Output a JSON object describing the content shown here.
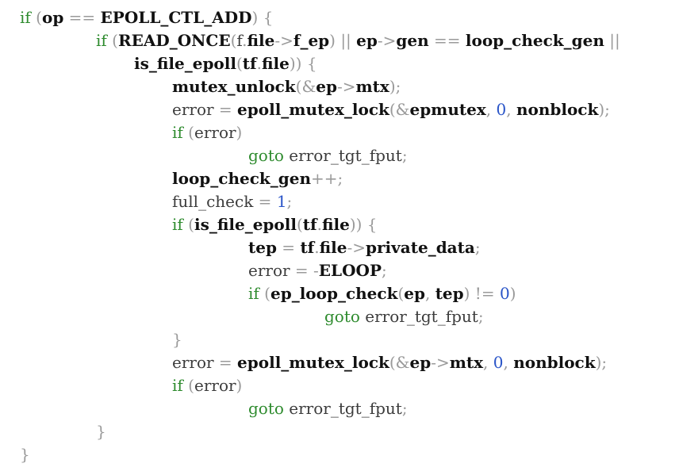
{
  "colors": {
    "background": "#ffffff",
    "keyword": "#2e8b2e",
    "identifier": "#111111",
    "plain": "#3c3c3c",
    "operator": "#9a9a9a",
    "number": "#2a55c8"
  },
  "code": {
    "lines": [
      {
        "indent": 0,
        "tokens": [
          {
            "t": "if",
            "c": "kw"
          },
          {
            "t": " ",
            "c": "plain"
          },
          {
            "t": "(",
            "c": "op"
          },
          {
            "t": "op",
            "c": "id"
          },
          {
            "t": " == ",
            "c": "op"
          },
          {
            "t": "EPOLL_CTL_ADD",
            "c": "id"
          },
          {
            "t": ") {",
            "c": "op"
          }
        ]
      },
      {
        "indent": 1,
        "tokens": [
          {
            "t": "if",
            "c": "kw"
          },
          {
            "t": " (",
            "c": "op"
          },
          {
            "t": "READ_ONCE",
            "c": "id"
          },
          {
            "t": "(",
            "c": "op"
          },
          {
            "t": "f",
            "c": "plain"
          },
          {
            "t": ".",
            "c": "op"
          },
          {
            "t": "file",
            "c": "id"
          },
          {
            "t": "->",
            "c": "op"
          },
          {
            "t": "f_ep",
            "c": "id"
          },
          {
            "t": ") || ",
            "c": "op"
          },
          {
            "t": "ep",
            "c": "id"
          },
          {
            "t": "->",
            "c": "op"
          },
          {
            "t": "gen",
            "c": "id"
          },
          {
            "t": " == ",
            "c": "op"
          },
          {
            "t": "loop_check_gen",
            "c": "id"
          },
          {
            "t": " ||",
            "c": "op"
          }
        ]
      },
      {
        "indent": 1.5,
        "tokens": [
          {
            "t": "is_file_epoll",
            "c": "id"
          },
          {
            "t": "(",
            "c": "op"
          },
          {
            "t": "tf",
            "c": "id"
          },
          {
            "t": ".",
            "c": "op"
          },
          {
            "t": "file",
            "c": "id"
          },
          {
            "t": ")) {",
            "c": "op"
          }
        ]
      },
      {
        "indent": 2,
        "tokens": [
          {
            "t": "mutex_unlock",
            "c": "id"
          },
          {
            "t": "(&",
            "c": "op"
          },
          {
            "t": "ep",
            "c": "id"
          },
          {
            "t": "->",
            "c": "op"
          },
          {
            "t": "mtx",
            "c": "id"
          },
          {
            "t": ");",
            "c": "op"
          }
        ]
      },
      {
        "indent": 2,
        "tokens": [
          {
            "t": "error",
            "c": "plain"
          },
          {
            "t": " = ",
            "c": "op"
          },
          {
            "t": "epoll_mutex_lock",
            "c": "id"
          },
          {
            "t": "(&",
            "c": "op"
          },
          {
            "t": "epmutex",
            "c": "id"
          },
          {
            "t": ", ",
            "c": "op"
          },
          {
            "t": "0",
            "c": "num"
          },
          {
            "t": ", ",
            "c": "op"
          },
          {
            "t": "nonblock",
            "c": "id"
          },
          {
            "t": ");",
            "c": "op"
          }
        ]
      },
      {
        "indent": 2,
        "tokens": [
          {
            "t": "if",
            "c": "kw"
          },
          {
            "t": " (",
            "c": "op"
          },
          {
            "t": "error",
            "c": "plain"
          },
          {
            "t": ")",
            "c": "op"
          }
        ]
      },
      {
        "indent": 3,
        "tokens": [
          {
            "t": "goto",
            "c": "kw"
          },
          {
            "t": " ",
            "c": "plain"
          },
          {
            "t": "error_tgt_fput",
            "c": "plain"
          },
          {
            "t": ";",
            "c": "op"
          }
        ]
      },
      {
        "indent": 2,
        "tokens": [
          {
            "t": "loop_check_gen",
            "c": "id"
          },
          {
            "t": "++;",
            "c": "op"
          }
        ]
      },
      {
        "indent": 2,
        "tokens": [
          {
            "t": "full_check",
            "c": "plain"
          },
          {
            "t": " = ",
            "c": "op"
          },
          {
            "t": "1",
            "c": "num"
          },
          {
            "t": ";",
            "c": "op"
          }
        ]
      },
      {
        "indent": 2,
        "tokens": [
          {
            "t": "if",
            "c": "kw"
          },
          {
            "t": " (",
            "c": "op"
          },
          {
            "t": "is_file_epoll",
            "c": "id"
          },
          {
            "t": "(",
            "c": "op"
          },
          {
            "t": "tf",
            "c": "id"
          },
          {
            "t": ".",
            "c": "op"
          },
          {
            "t": "file",
            "c": "id"
          },
          {
            "t": ")) {",
            "c": "op"
          }
        ]
      },
      {
        "indent": 3,
        "tokens": [
          {
            "t": "tep",
            "c": "id"
          },
          {
            "t": " = ",
            "c": "op"
          },
          {
            "t": "tf",
            "c": "id"
          },
          {
            "t": ".",
            "c": "op"
          },
          {
            "t": "file",
            "c": "id"
          },
          {
            "t": "->",
            "c": "op"
          },
          {
            "t": "private_data",
            "c": "id"
          },
          {
            "t": ";",
            "c": "op"
          }
        ]
      },
      {
        "indent": 3,
        "tokens": [
          {
            "t": "error",
            "c": "plain"
          },
          {
            "t": " = -",
            "c": "op"
          },
          {
            "t": "ELOOP",
            "c": "id"
          },
          {
            "t": ";",
            "c": "op"
          }
        ]
      },
      {
        "indent": 3,
        "tokens": [
          {
            "t": "if",
            "c": "kw"
          },
          {
            "t": " (",
            "c": "op"
          },
          {
            "t": "ep_loop_check",
            "c": "id"
          },
          {
            "t": "(",
            "c": "op"
          },
          {
            "t": "ep",
            "c": "id"
          },
          {
            "t": ", ",
            "c": "op"
          },
          {
            "t": "tep",
            "c": "id"
          },
          {
            "t": ") != ",
            "c": "op"
          },
          {
            "t": "0",
            "c": "num"
          },
          {
            "t": ")",
            "c": "op"
          }
        ]
      },
      {
        "indent": 4,
        "tokens": [
          {
            "t": "goto",
            "c": "kw"
          },
          {
            "t": " ",
            "c": "plain"
          },
          {
            "t": "error_tgt_fput",
            "c": "plain"
          },
          {
            "t": ";",
            "c": "op"
          }
        ]
      },
      {
        "indent": 2,
        "tokens": [
          {
            "t": "}",
            "c": "op"
          }
        ]
      },
      {
        "indent": 2,
        "tokens": [
          {
            "t": "error",
            "c": "plain"
          },
          {
            "t": " = ",
            "c": "op"
          },
          {
            "t": "epoll_mutex_lock",
            "c": "id"
          },
          {
            "t": "(&",
            "c": "op"
          },
          {
            "t": "ep",
            "c": "id"
          },
          {
            "t": "->",
            "c": "op"
          },
          {
            "t": "mtx",
            "c": "id"
          },
          {
            "t": ", ",
            "c": "op"
          },
          {
            "t": "0",
            "c": "num"
          },
          {
            "t": ", ",
            "c": "op"
          },
          {
            "t": "nonblock",
            "c": "id"
          },
          {
            "t": ");",
            "c": "op"
          }
        ]
      },
      {
        "indent": 2,
        "tokens": [
          {
            "t": "if",
            "c": "kw"
          },
          {
            "t": " (",
            "c": "op"
          },
          {
            "t": "error",
            "c": "plain"
          },
          {
            "t": ")",
            "c": "op"
          }
        ]
      },
      {
        "indent": 3,
        "tokens": [
          {
            "t": "goto",
            "c": "kw"
          },
          {
            "t": " ",
            "c": "plain"
          },
          {
            "t": "error_tgt_fput",
            "c": "plain"
          },
          {
            "t": ";",
            "c": "op"
          }
        ]
      },
      {
        "indent": 1,
        "tokens": [
          {
            "t": "}",
            "c": "op"
          }
        ]
      },
      {
        "indent": 0,
        "tokens": [
          {
            "t": "}",
            "c": "op"
          }
        ]
      }
    ]
  }
}
